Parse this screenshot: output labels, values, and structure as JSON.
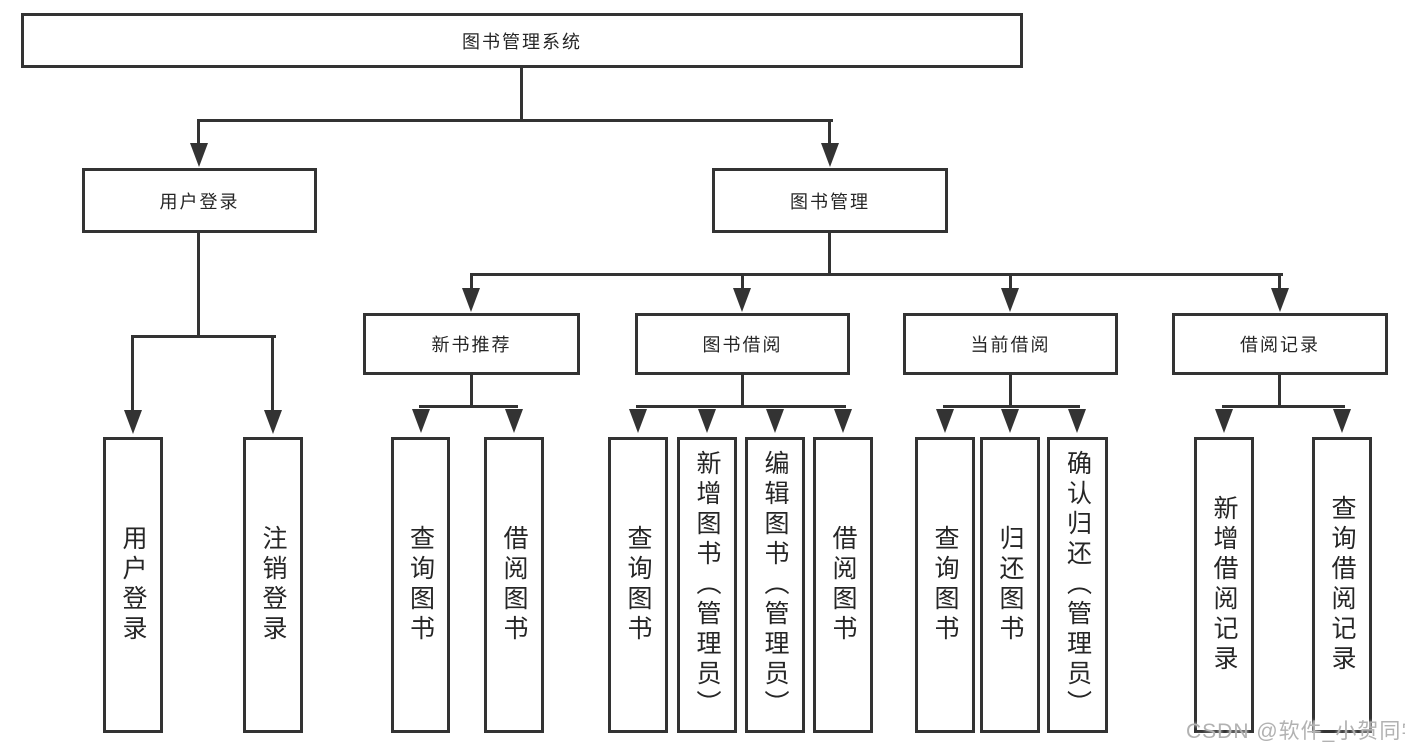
{
  "tree": {
    "root": {
      "label": "图书管理系统"
    },
    "branches": [
      {
        "label": "用户登录",
        "children": [
          {
            "label": "用户登录"
          },
          {
            "label": "注销登录"
          }
        ]
      },
      {
        "label": "图书管理",
        "groups": [
          {
            "label": "新书推荐",
            "children": [
              {
                "label": "查询图书"
              },
              {
                "label": "借阅图书"
              }
            ]
          },
          {
            "label": "图书借阅",
            "children": [
              {
                "label": "查询图书"
              },
              {
                "label": "新增图书（管理员）"
              },
              {
                "label": "编辑图书（管理员）"
              },
              {
                "label": "借阅图书"
              }
            ]
          },
          {
            "label": "当前借阅",
            "children": [
              {
                "label": "查询图书"
              },
              {
                "label": "归还图书"
              },
              {
                "label": "确认归还（管理员）"
              }
            ]
          },
          {
            "label": "借阅记录",
            "children": [
              {
                "label": "新增借阅记录"
              },
              {
                "label": "查询借阅记录"
              }
            ]
          }
        ]
      }
    ]
  },
  "watermark": {
    "text": "CSDN @软件_小贺同学"
  },
  "colors": {
    "line": "#333333",
    "text": "#262626",
    "watermark": "#b2b2b2",
    "background": "#ffffff"
  }
}
